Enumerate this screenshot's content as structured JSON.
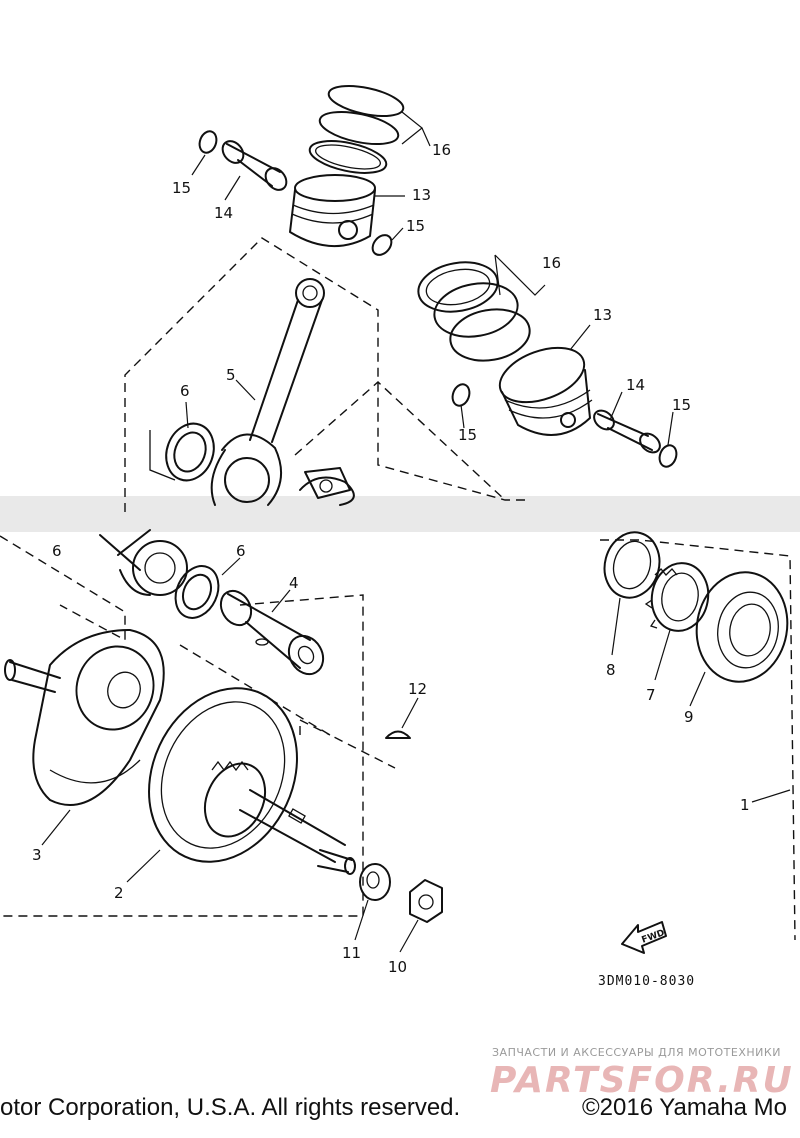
{
  "diagram": {
    "callouts": {
      "c1": "1",
      "c2": "2",
      "c3": "3",
      "c4": "4",
      "c5": "5",
      "c6a": "6",
      "c6b": "6",
      "c6c": "6",
      "c7": "7",
      "c8": "8",
      "c9": "9",
      "c10": "10",
      "c11": "11",
      "c12": "12",
      "c13a": "13",
      "c13b": "13",
      "c14a": "14",
      "c14b": "14",
      "c15a": "15",
      "c15b": "15",
      "c15c": "15",
      "c15d": "15",
      "c16a": "16",
      "c16b": "16"
    },
    "fwd_label": "FWD",
    "drawing_code": "3DM010-8030"
  },
  "footer": {
    "copyright_left": "otor Corporation, U.S.A. All rights reserved.",
    "copyright_right": "©2016 Yamaha Mo"
  },
  "watermark": {
    "tagline": "ЗАПЧАСТИ И АКСЕССУАРЫ ДЛЯ МОТОТЕХНИКИ",
    "brand": "PARTSFOR.RU"
  },
  "colors": {
    "ink": "#111111",
    "watermark_brand": "#e8b6b6",
    "watermark_tagline": "#9a9a9a",
    "tear_band": "#e9e9e9"
  },
  "icons": {
    "fwd": "fwd-arrow-icon"
  }
}
